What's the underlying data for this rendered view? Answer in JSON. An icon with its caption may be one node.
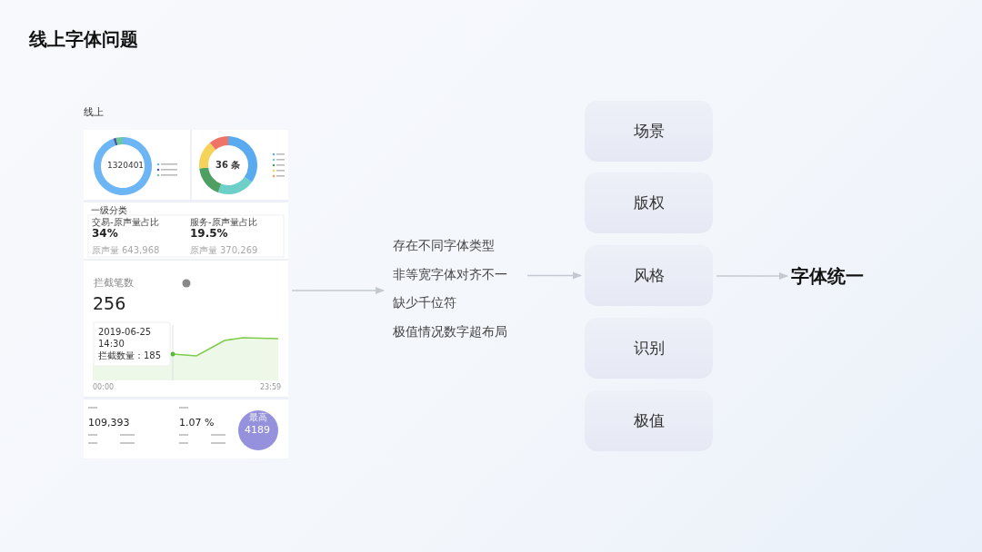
{
  "diagram": {
    "title": "线上字体问题",
    "nodes": [
      {
        "text": [
          "线上"
        ]
      },
      {
        "text": [
          "存在不同字体类型",
          "非等宽字体对齐不一",
          "缺少千位符",
          "极值情况数字超布局"
        ]
      },
      {
        "text": [
          "场景"
        ]
      },
      {
        "text": [
          "版权"
        ]
      },
      {
        "text": [
          "风格"
        ]
      },
      {
        "text": [
          "识别"
        ]
      },
      {
        "text": [
          "极值"
        ]
      },
      {
        "text": [
          "字体统一"
        ]
      }
    ],
    "edges": [
      {
        "from": 0,
        "to": 1,
        "arrow": "to"
      },
      {
        "from": 1,
        "to": 4,
        "arrow": "to"
      },
      {
        "from": 4,
        "to": 7,
        "arrow": "to"
      }
    ],
    "labels": [
      "1320401",
      "36 条",
      "一级分类",
      "交易-原声量占比",
      "服务-原声量占比",
      "34%",
      "19.5%",
      "原声量",
      "643,968",
      "原声量",
      "370,269",
      "拦截笔数",
      "256",
      "2019-06-25",
      "14:30",
      "拦截数量：185",
      "00:00",
      "23:59",
      "109,393",
      "1.07 %",
      "最高",
      "4189"
    ]
  }
}
